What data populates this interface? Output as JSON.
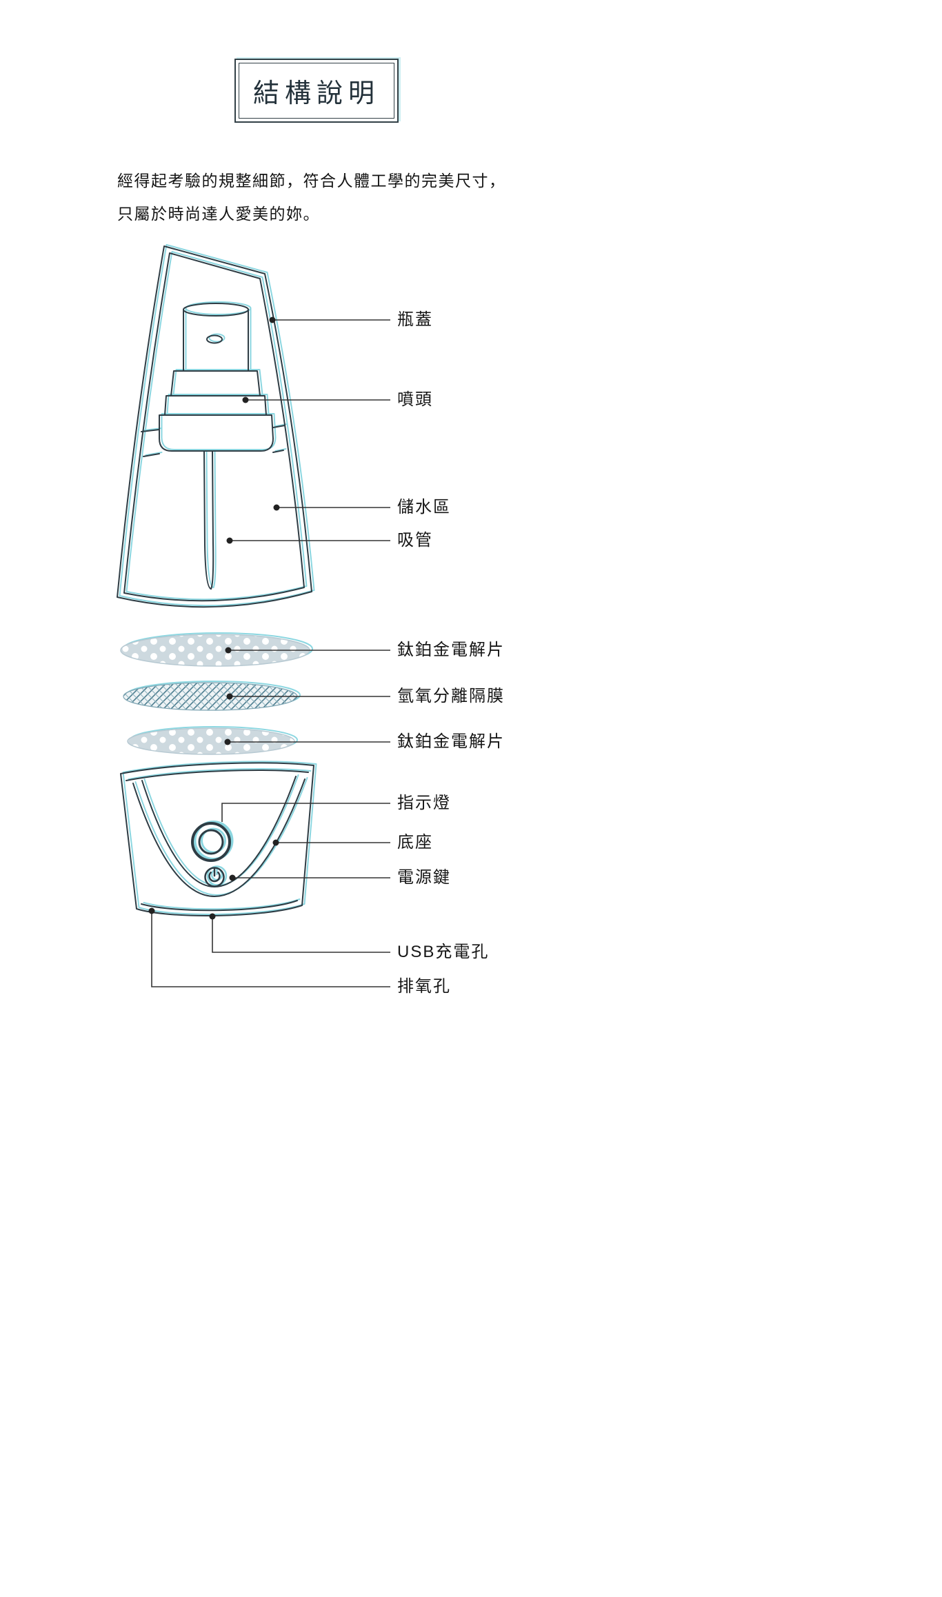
{
  "title": {
    "text": "結構說明"
  },
  "intro": {
    "line1": "經得起考驗的規整細節，符合人體工學的完美尺寸，",
    "line2": "只屬於時尚達人愛美的妳。"
  },
  "diagram": {
    "labels": [
      {
        "part": "bottle-cap",
        "text": "瓶蓋"
      },
      {
        "part": "spray-nozzle",
        "text": "噴頭"
      },
      {
        "part": "water-reservoir",
        "text": "儲水區"
      },
      {
        "part": "suction-tube",
        "text": "吸管"
      },
      {
        "part": "electrolysis-plate-upper",
        "text": "鈦鉑金電解片"
      },
      {
        "part": "hydrogen-oxygen-separation-membrane",
        "text": "氫氧分離隔膜"
      },
      {
        "part": "electrolysis-plate-lower",
        "text": "鈦鉑金電解片"
      },
      {
        "part": "indicator-light",
        "text": "指示燈"
      },
      {
        "part": "base",
        "text": "底座"
      },
      {
        "part": "power-button",
        "text": "電源鍵"
      },
      {
        "part": "usb-charging-port",
        "text": "USB充電孔"
      },
      {
        "part": "oxygen-vent",
        "text": "排氧孔"
      }
    ]
  },
  "colors": {
    "ink": "#2e3c44",
    "ghost_cyan": "#6fcdd9",
    "leader_line": "#333333",
    "label_text": "#161616",
    "disc_fill": "#cdd9df",
    "background": "#ffffff"
  }
}
